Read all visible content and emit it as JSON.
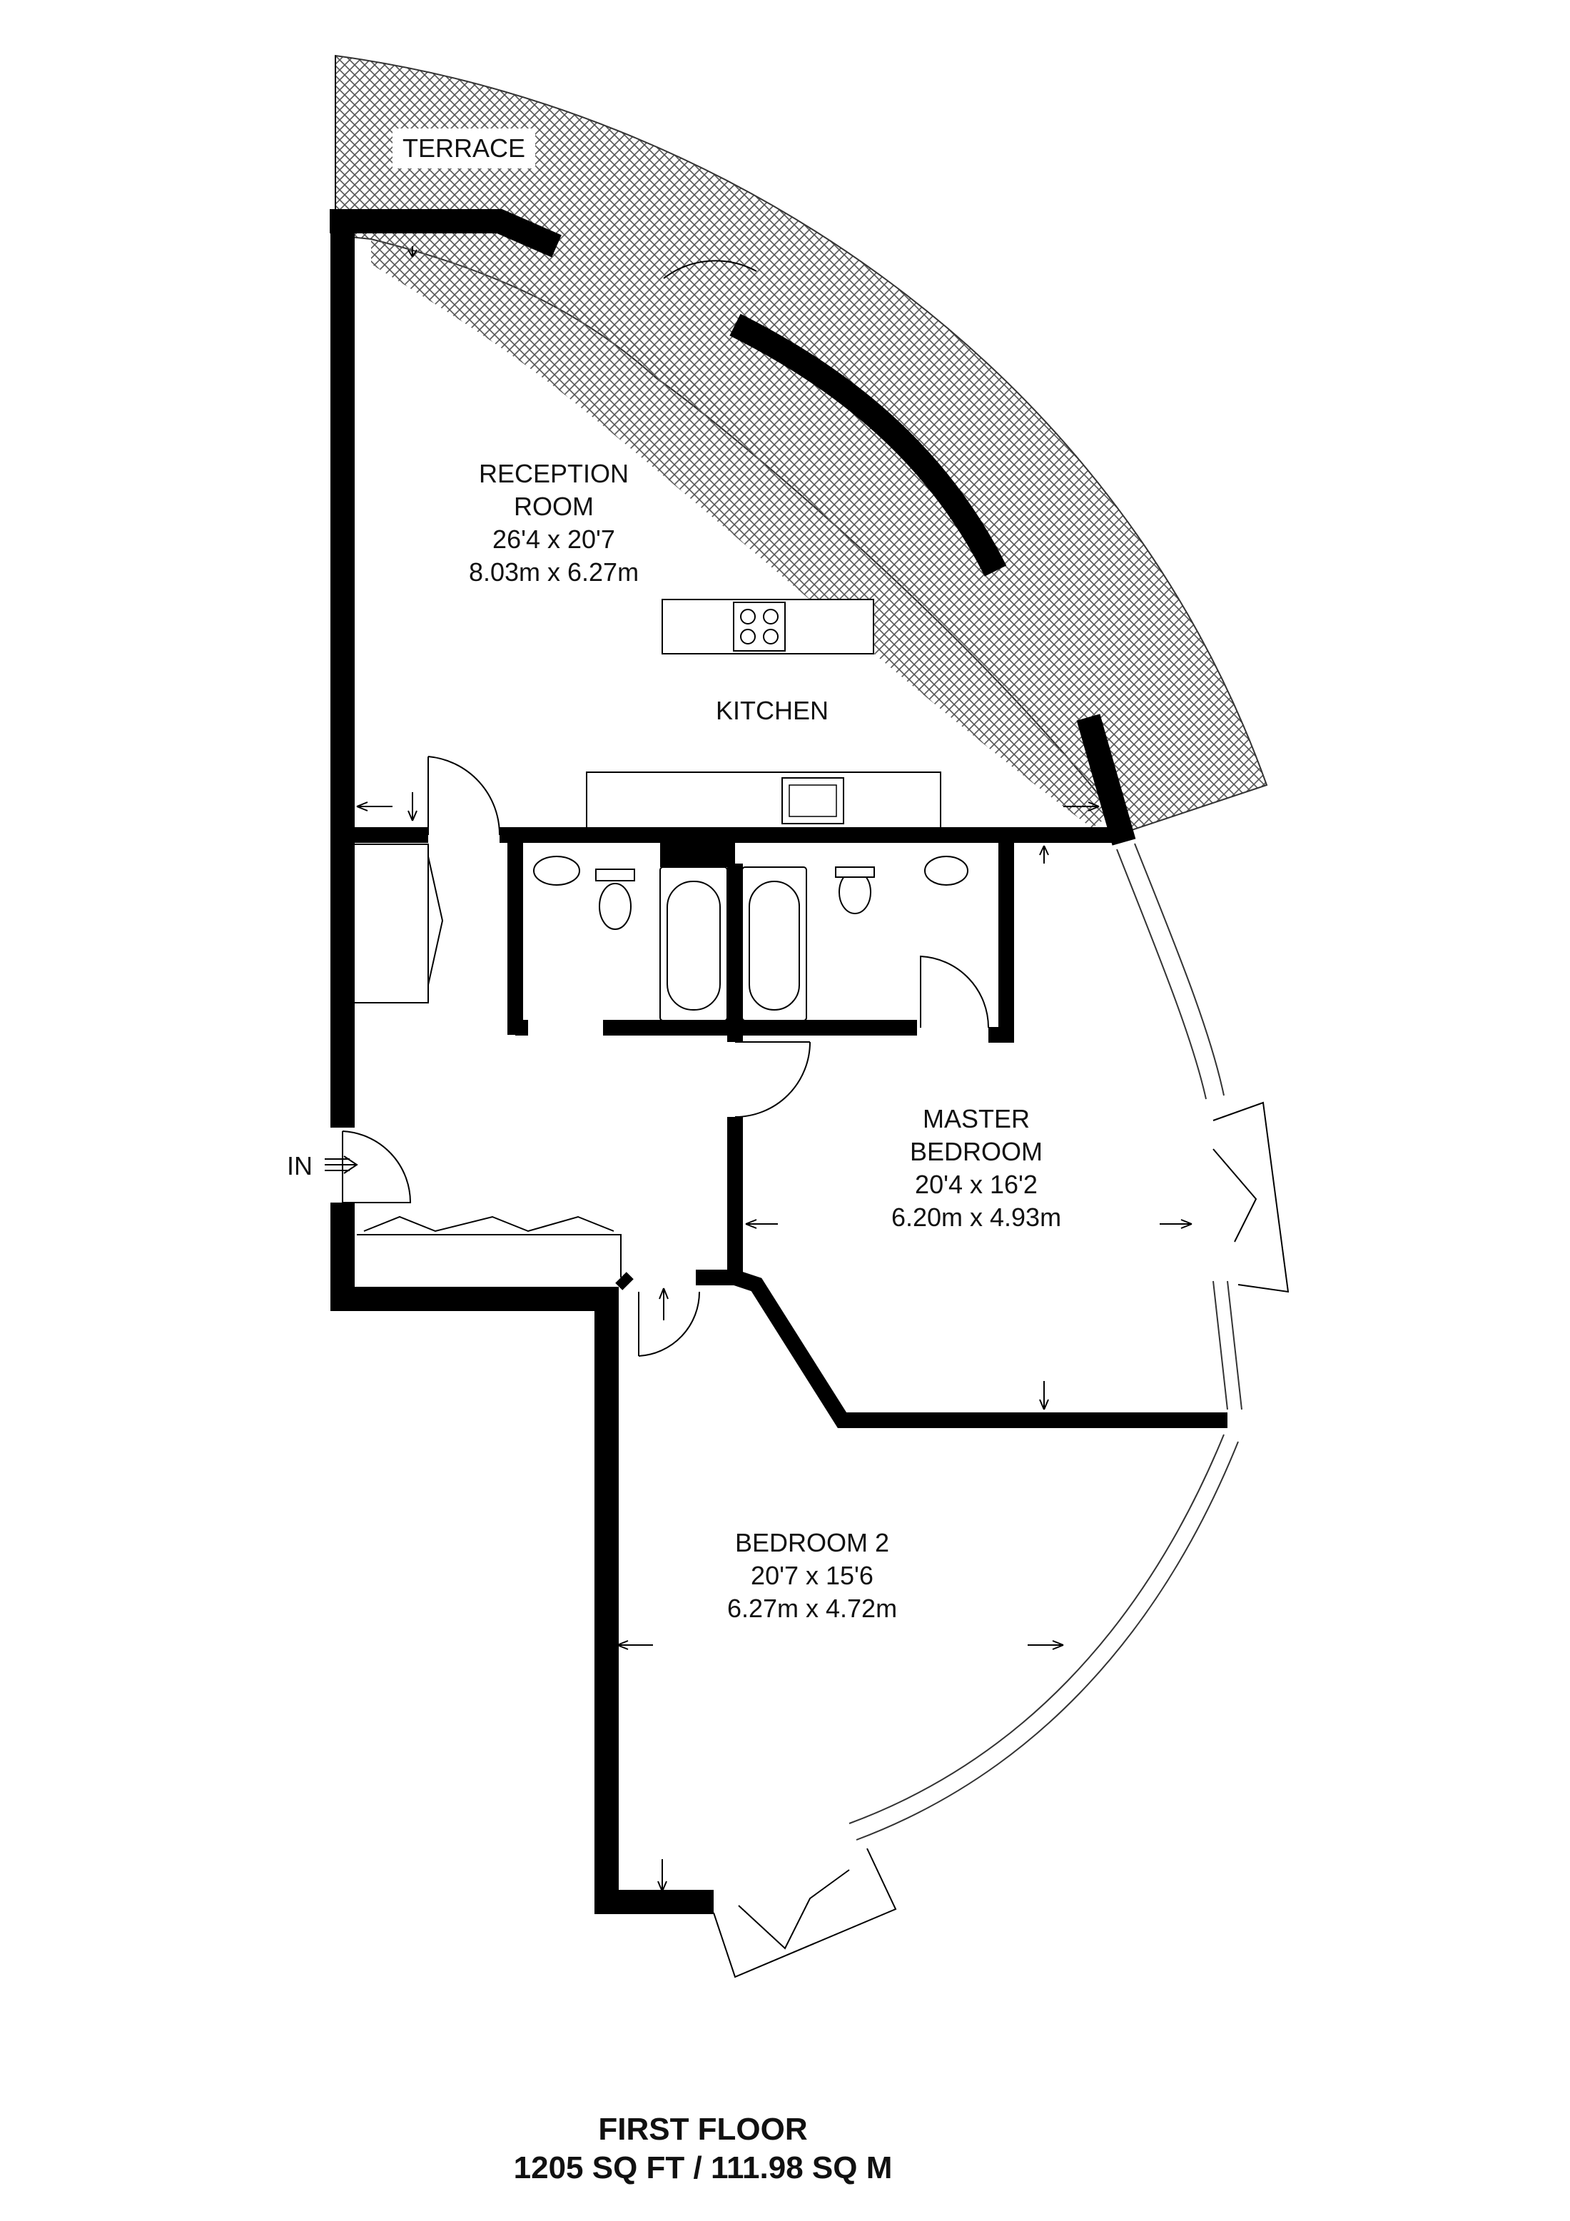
{
  "title": "FIRST FLOOR",
  "area": "1205 SQ FT / 111.98 SQ M",
  "rooms": {
    "terrace": {
      "name": "TERRACE"
    },
    "reception": {
      "name_line1": "RECEPTION",
      "name_line2": "ROOM",
      "imperial": "26'4 x 20'7",
      "metric": "8.03m x 6.27m"
    },
    "kitchen": {
      "name": "KITCHEN"
    },
    "master": {
      "name_line1": "MASTER",
      "name_line2": "BEDROOM",
      "imperial": "20'4 x 16'2",
      "metric": "6.20m x 4.93m"
    },
    "bedroom2": {
      "name": "BEDROOM 2",
      "imperial": "20'7 x 15'6",
      "metric": "6.27m x 4.72m"
    }
  },
  "entrance": {
    "label": "IN"
  },
  "colors": {
    "wall": "#000000",
    "hatch": "#555555",
    "text": "#111111"
  }
}
